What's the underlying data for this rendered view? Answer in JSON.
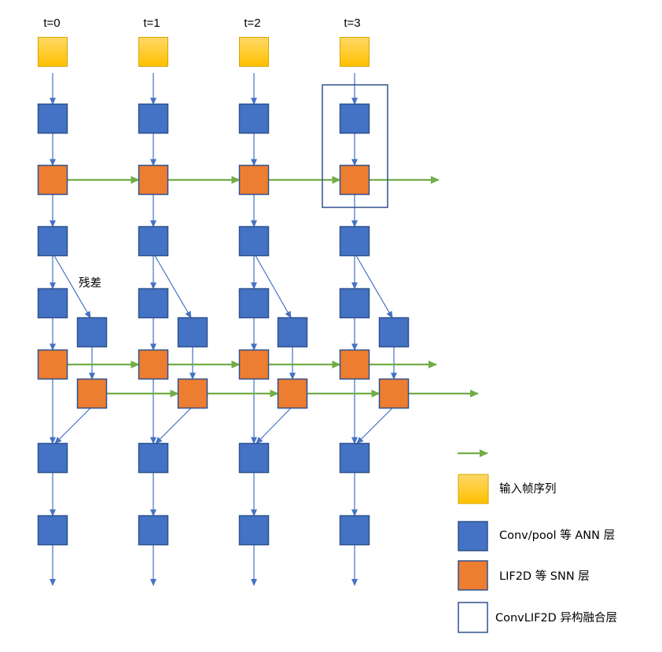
{
  "columns": [
    {
      "label": "t=0"
    },
    {
      "label": "t=1"
    },
    {
      "label": "t=2"
    },
    {
      "label": "t=3"
    }
  ],
  "annotations": {
    "residual": "残差"
  },
  "legend": {
    "input_frames": "输入帧序列",
    "ann_layer": "Conv/pool 等 ANN 层",
    "snn_layer": "LIF2D 等 SNN 层",
    "fusion_layer": "ConvLIF2D 异构融合层"
  },
  "colors": {
    "ann": "#4472c4",
    "ann_border": "#2f528f",
    "snn": "#ed7d31",
    "snn_border": "#2f528f",
    "input_top": "#ffd966",
    "input_bottom": "#ffc000",
    "forward_arrow": "#4472c4",
    "temporal_arrow": "#70ad47",
    "fusion_box": "#2f528f"
  }
}
